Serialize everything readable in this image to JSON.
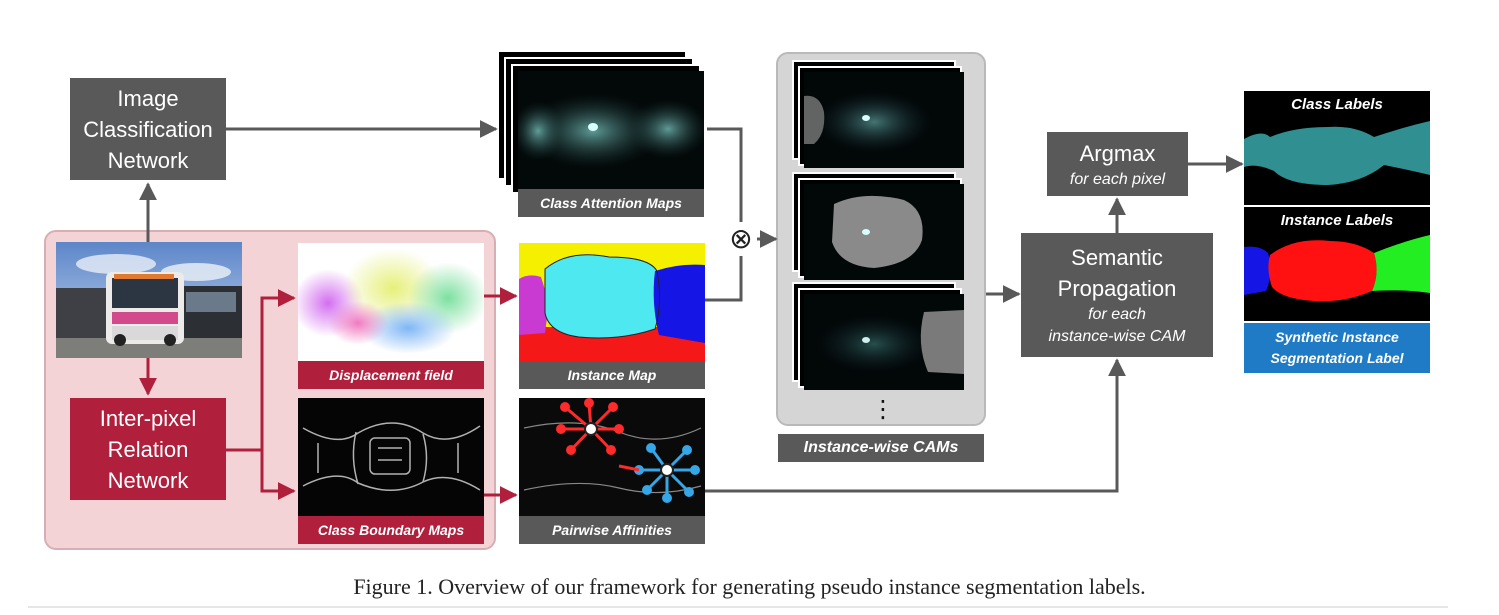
{
  "page_top_text": "",
  "nodes": {
    "image_classification": [
      "Image",
      "Classification",
      "Network"
    ],
    "inter_pixel": [
      "Inter-pixel",
      "Relation",
      "Network"
    ],
    "argmax": {
      "title": "Argmax",
      "sub": "for each pixel"
    },
    "semantic_propagation": {
      "title": [
        "Semantic",
        "Propagation"
      ],
      "sub": [
        "for each",
        "instance-wise CAM"
      ]
    }
  },
  "image_captions": {
    "class_attention_maps": "Class Attention Maps",
    "displacement_field": "Displacement field",
    "instance_map": "Instance Map",
    "class_boundary_maps": "Class Boundary Maps",
    "pairwise_affinities": "Pairwise Affinities",
    "instance_wise_cams": "Instance-wise CAMs",
    "class_labels": "Class Labels",
    "instance_labels": "Instance Labels",
    "synthetic_label": [
      "Synthetic Instance",
      "Segmentation Label"
    ]
  },
  "ellipsis": "⋮",
  "multiply_symbol": "⊗",
  "figure_caption": "Figure 1.  Overview of our framework for generating pseudo instance segmentation labels.",
  "colors": {
    "dark_box": "#595959",
    "red_box": "#b0203d",
    "pink_panel": "#f4d3d6",
    "gray_panel": "#d5d5d5",
    "label_blue": "#1f7bc6",
    "class_label_teal": "#2f8f91",
    "instance_red": "#ff1111",
    "instance_blue": "#1515e6",
    "instance_green": "#22ee22",
    "instance_map_yellow": "#f5f000",
    "instance_map_cyan": "#4ee8f0",
    "instance_map_magenta": "#c83ad2"
  }
}
